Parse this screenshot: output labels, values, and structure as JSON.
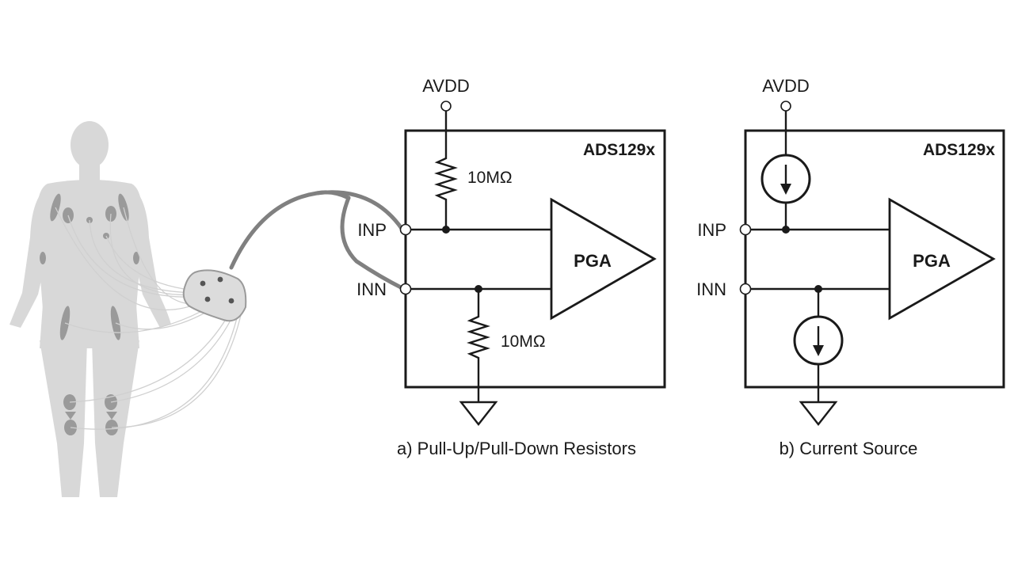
{
  "panel_a": {
    "supply_label": "AVDD",
    "chip_label": "ADS129x",
    "pullup_value": "10MΩ",
    "pulldown_value": "10MΩ",
    "pin_positive": "INP",
    "pin_negative": "INN",
    "amp_label": "PGA",
    "caption": "a) Pull-Up/Pull-Down Resistors"
  },
  "panel_b": {
    "supply_label": "AVDD",
    "chip_label": "ADS129x",
    "pin_positive": "INP",
    "pin_negative": "INN",
    "amp_label": "PGA",
    "caption": "b) Current Source"
  },
  "colors": {
    "ink": "#1a1a1a",
    "body": "#d8d8d8",
    "electrode": "#9a9a9a",
    "cable": "#808080"
  }
}
